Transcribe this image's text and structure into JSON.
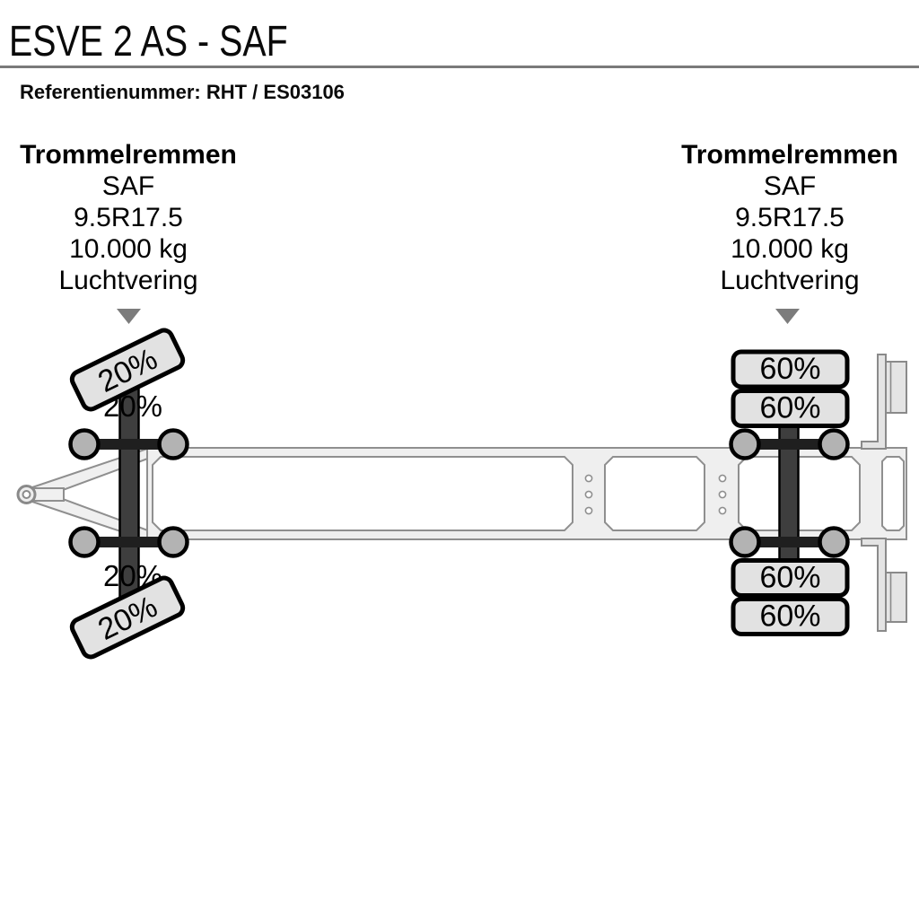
{
  "header": {
    "title": "ESVE 2 AS - SAF",
    "reference_label": "Referentienummer:",
    "reference_value": "RHT / ES03106"
  },
  "axles": [
    {
      "position": "front",
      "brakes": "Trommelremmen",
      "brand": "SAF",
      "tyre_size": "9.5R17.5",
      "capacity": "10.000 kg",
      "suspension": "Luchtvering",
      "load": "20%"
    },
    {
      "position": "rear",
      "brakes": "Trommelremmen",
      "brand": "SAF",
      "tyre_size": "9.5R17.5",
      "capacity": "10.000 kg",
      "suspension": "Luchtvering",
      "load": "60%"
    }
  ],
  "colors": {
    "background": "#ffffff",
    "text": "#000000",
    "separator_gray": "#7a7a7a",
    "pointer_gray": "#7c7c7c",
    "wheel_fill": "#e2e2e2",
    "wheel_outline": "#000000",
    "axle_dark": "#3e3e3e",
    "suspension_ball_gray": "#b3b3b3",
    "arm_dark": "#1f1f1f",
    "frame_fill": "#efefef",
    "frame_outline": "#8f8f8f",
    "drawbar_fill": "#f0f0f0"
  }
}
